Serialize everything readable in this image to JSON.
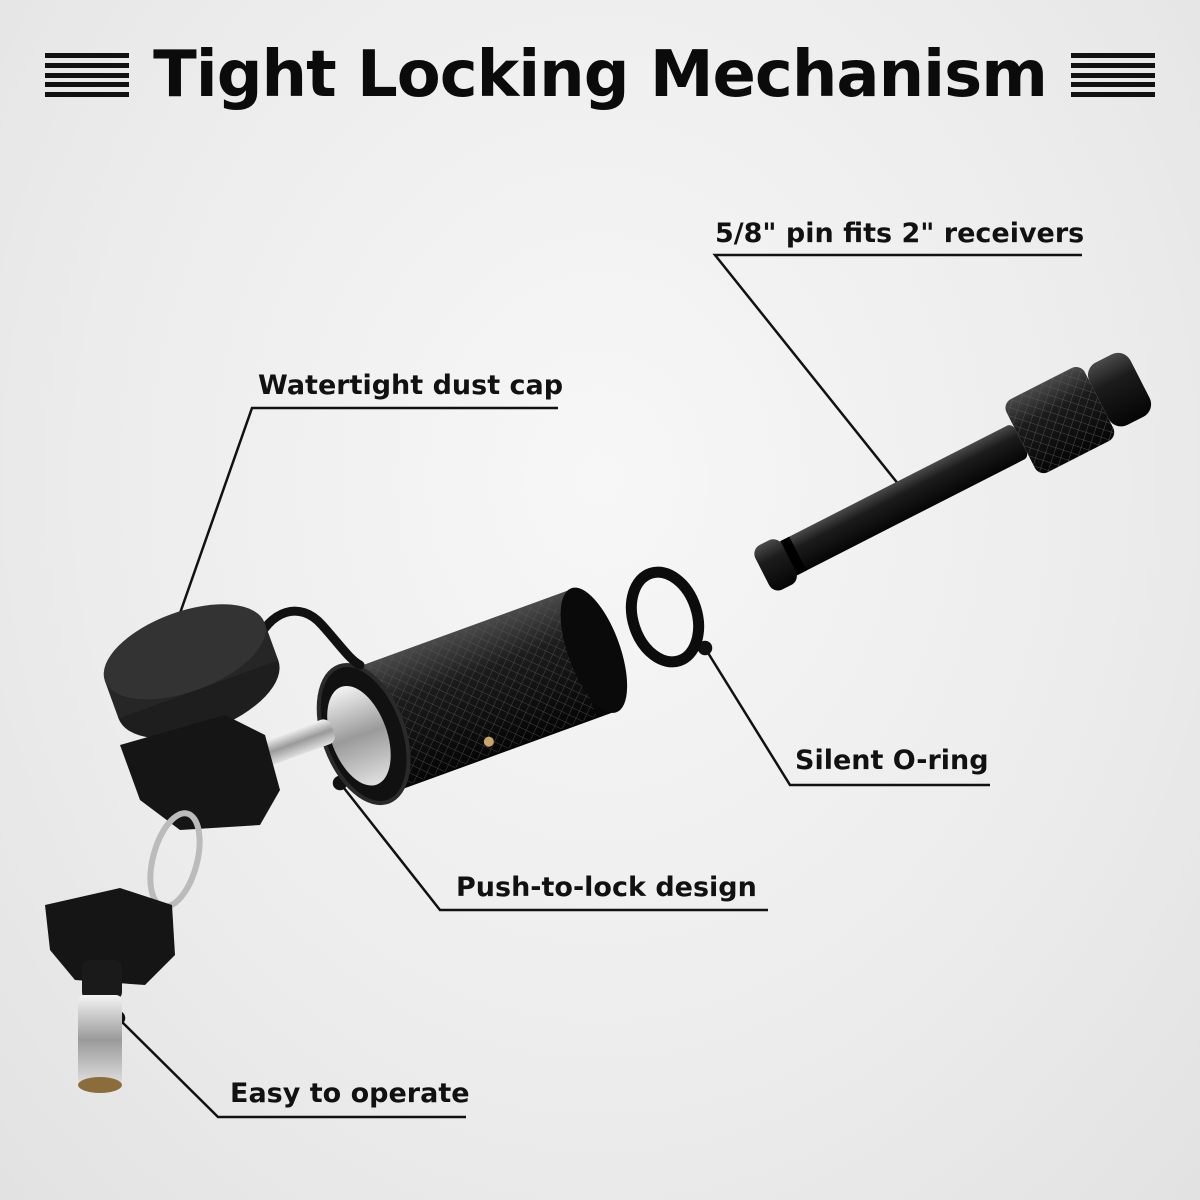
{
  "header": {
    "title": "Tight Locking Mechanism"
  },
  "callouts": {
    "pin": "5/8\" pin fits 2\" receivers",
    "cap": "Watertight dust cap",
    "oring": "Silent O-ring",
    "push": "Push-to-lock design",
    "easy": "Easy to operate"
  },
  "colors": {
    "text": "#111111",
    "metal_dark": "#1a1a1a",
    "chrome": "#c9c9c9",
    "background": "#ececec"
  }
}
